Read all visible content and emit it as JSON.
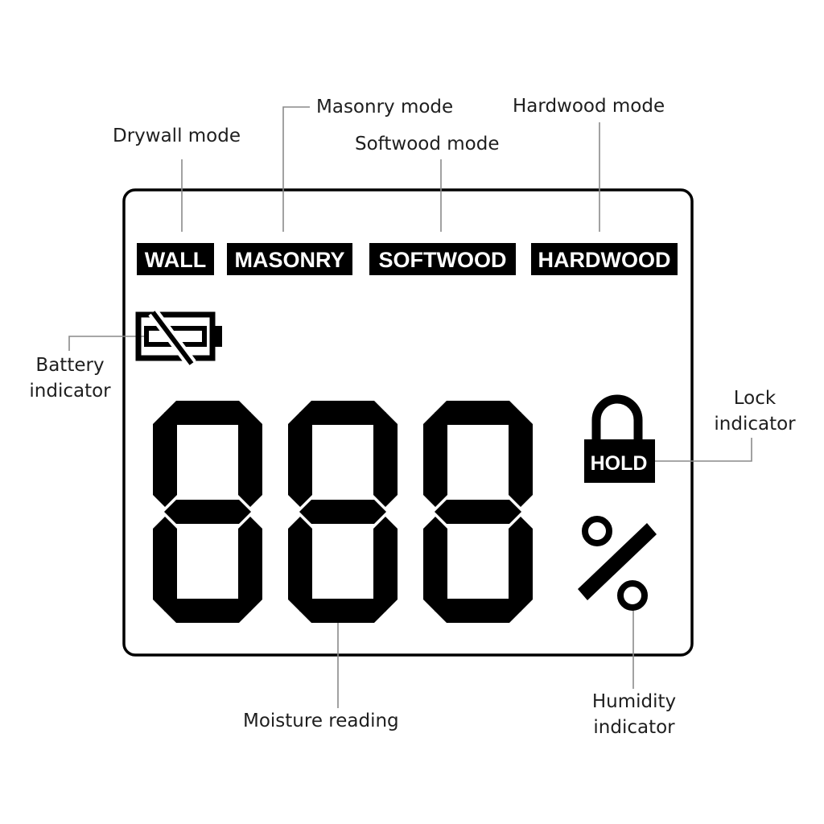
{
  "callouts": {
    "drywall": "Drywall mode",
    "masonry": "Masonry mode",
    "softwood": "Softwood mode",
    "hardwood": "Hardwood mode",
    "battery_line1": "Battery",
    "battery_line2": "indicator",
    "lock_line1": "Lock",
    "lock_line2": "indicator",
    "moisture": "Moisture reading",
    "humidity_line1": "Humidity",
    "humidity_line2": "indicator"
  },
  "display": {
    "modes": [
      "WALL",
      "MASONRY",
      "SOFTWOOD",
      "HARDWOOD"
    ],
    "digits": [
      "8",
      "8",
      "8"
    ],
    "lock_label": "HOLD",
    "unit": "%"
  },
  "icons": {
    "battery": "battery-crossed-icon",
    "lock": "padlock-icon"
  },
  "colors": {
    "segment": "#000000",
    "leader": "#8a8a8a",
    "frame": "#000000"
  }
}
